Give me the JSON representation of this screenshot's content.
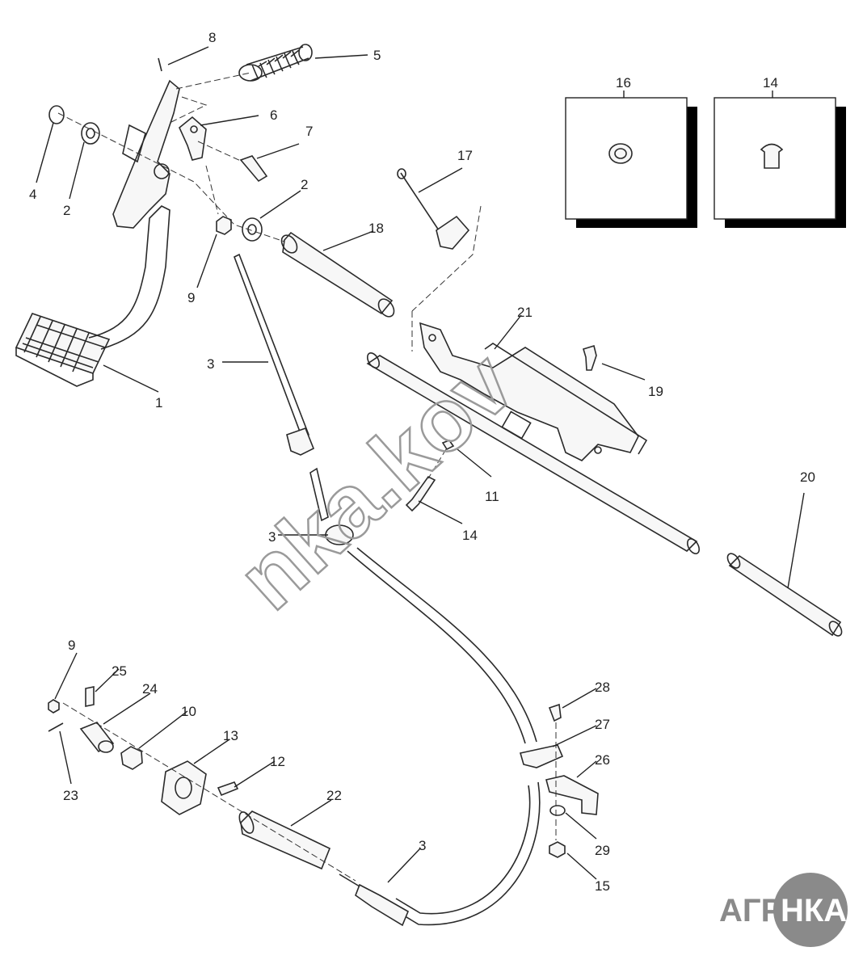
{
  "diagram": {
    "callouts": [
      {
        "id": "c1",
        "text": "1"
      },
      {
        "id": "c2a",
        "text": "2"
      },
      {
        "id": "c2b",
        "text": "2"
      },
      {
        "id": "c3a",
        "text": "3"
      },
      {
        "id": "c3b",
        "text": "3"
      },
      {
        "id": "c3c",
        "text": "3"
      },
      {
        "id": "c4",
        "text": "4"
      },
      {
        "id": "c5",
        "text": "5"
      },
      {
        "id": "c6",
        "text": "6"
      },
      {
        "id": "c7",
        "text": "7"
      },
      {
        "id": "c8",
        "text": "8"
      },
      {
        "id": "c9a",
        "text": "9"
      },
      {
        "id": "c9b",
        "text": "9"
      },
      {
        "id": "c10",
        "text": "10"
      },
      {
        "id": "c11",
        "text": "11"
      },
      {
        "id": "c12",
        "text": "12"
      },
      {
        "id": "c13",
        "text": "13"
      },
      {
        "id": "c14a",
        "text": "14"
      },
      {
        "id": "c14b",
        "text": "14"
      },
      {
        "id": "c15",
        "text": "15"
      },
      {
        "id": "c16",
        "text": "16"
      },
      {
        "id": "c17",
        "text": "17"
      },
      {
        "id": "c18",
        "text": "18"
      },
      {
        "id": "c19",
        "text": "19"
      },
      {
        "id": "c20",
        "text": "20"
      },
      {
        "id": "c21",
        "text": "21"
      },
      {
        "id": "c22",
        "text": "22"
      },
      {
        "id": "c23",
        "text": "23"
      },
      {
        "id": "c24",
        "text": "24"
      },
      {
        "id": "c25",
        "text": "25"
      },
      {
        "id": "c26",
        "text": "26"
      },
      {
        "id": "c27",
        "text": "27"
      },
      {
        "id": "c28",
        "text": "28"
      },
      {
        "id": "c29",
        "text": "29"
      }
    ],
    "watermark": "nka.kov",
    "logo": {
      "left": "АГРО",
      "right": "НКА"
    }
  },
  "colors": {
    "line": "#2a2a2a",
    "watermark": "#9a9a9a",
    "logo": "#8a8a8a"
  }
}
